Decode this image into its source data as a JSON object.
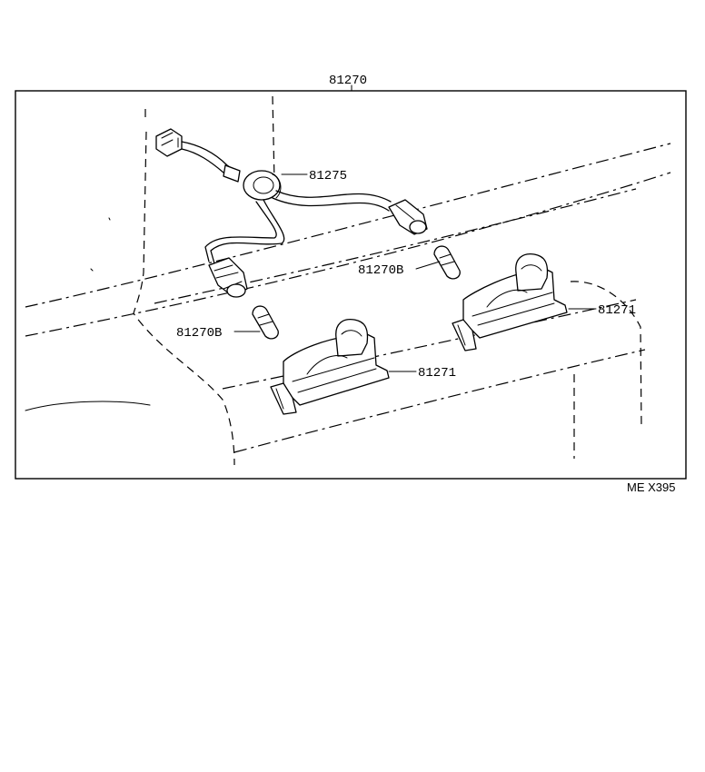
{
  "diagram": {
    "assembly_label": "81270",
    "callouts": {
      "harness": "81275",
      "bulb_right": "81270B",
      "bulb_left": "81270B",
      "lamp_right": "81271",
      "lamp_left": "81271"
    },
    "figure_code": "ME X395"
  }
}
